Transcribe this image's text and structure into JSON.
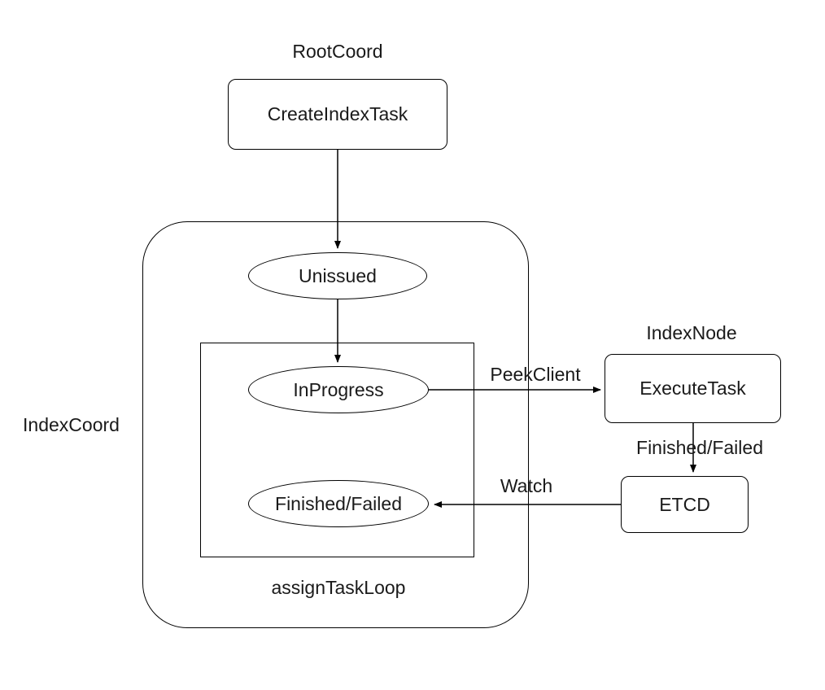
{
  "diagram": {
    "title_labels": {
      "root_coord": "RootCoord",
      "index_coord": "IndexCoord",
      "index_node": "IndexNode",
      "assign_task_loop": "assignTaskLoop"
    },
    "nodes": {
      "create_index_task": "CreateIndexTask",
      "unissued": "Unissued",
      "in_progress": "InProgress",
      "finished_failed": "Finished/Failed",
      "execute_task": "ExecuteTask",
      "etcd": "ETCD"
    },
    "edge_labels": {
      "peek_client": "PeekClient",
      "finished_failed": "Finished/Failed",
      "watch": "Watch"
    },
    "colors": {
      "stroke": "#000000",
      "background": "#ffffff",
      "text": "#1a1a1a"
    }
  }
}
